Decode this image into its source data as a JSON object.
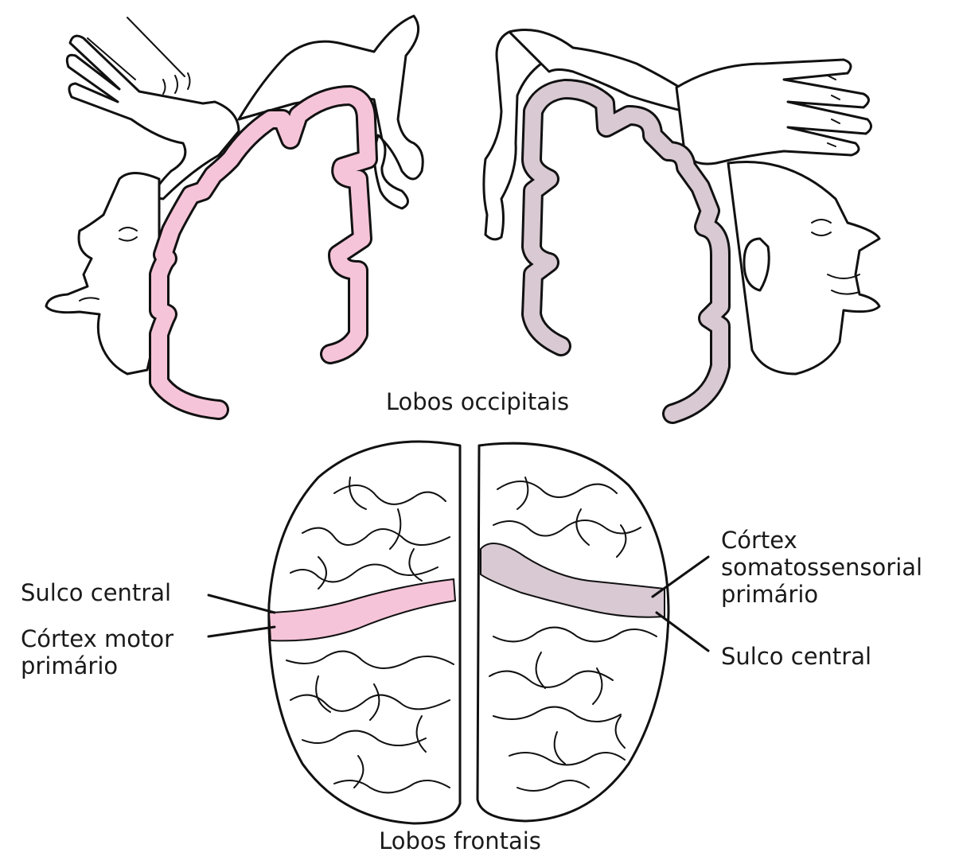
{
  "colors": {
    "motor_band": "#f6c4d8",
    "sensory_band": "#d8c9d2",
    "ink": "#111111"
  },
  "labels": {
    "occipital": "Lobos occipitais",
    "frontal": "Lobos frontais",
    "left_sulcus": "Sulco central",
    "motor_line1": "Córtex motor",
    "motor_line2": "primário",
    "sensory_line1": "Córtex",
    "sensory_line2": "somatossensorial",
    "sensory_line3": "primário",
    "right_sulcus": "Sulco central"
  }
}
